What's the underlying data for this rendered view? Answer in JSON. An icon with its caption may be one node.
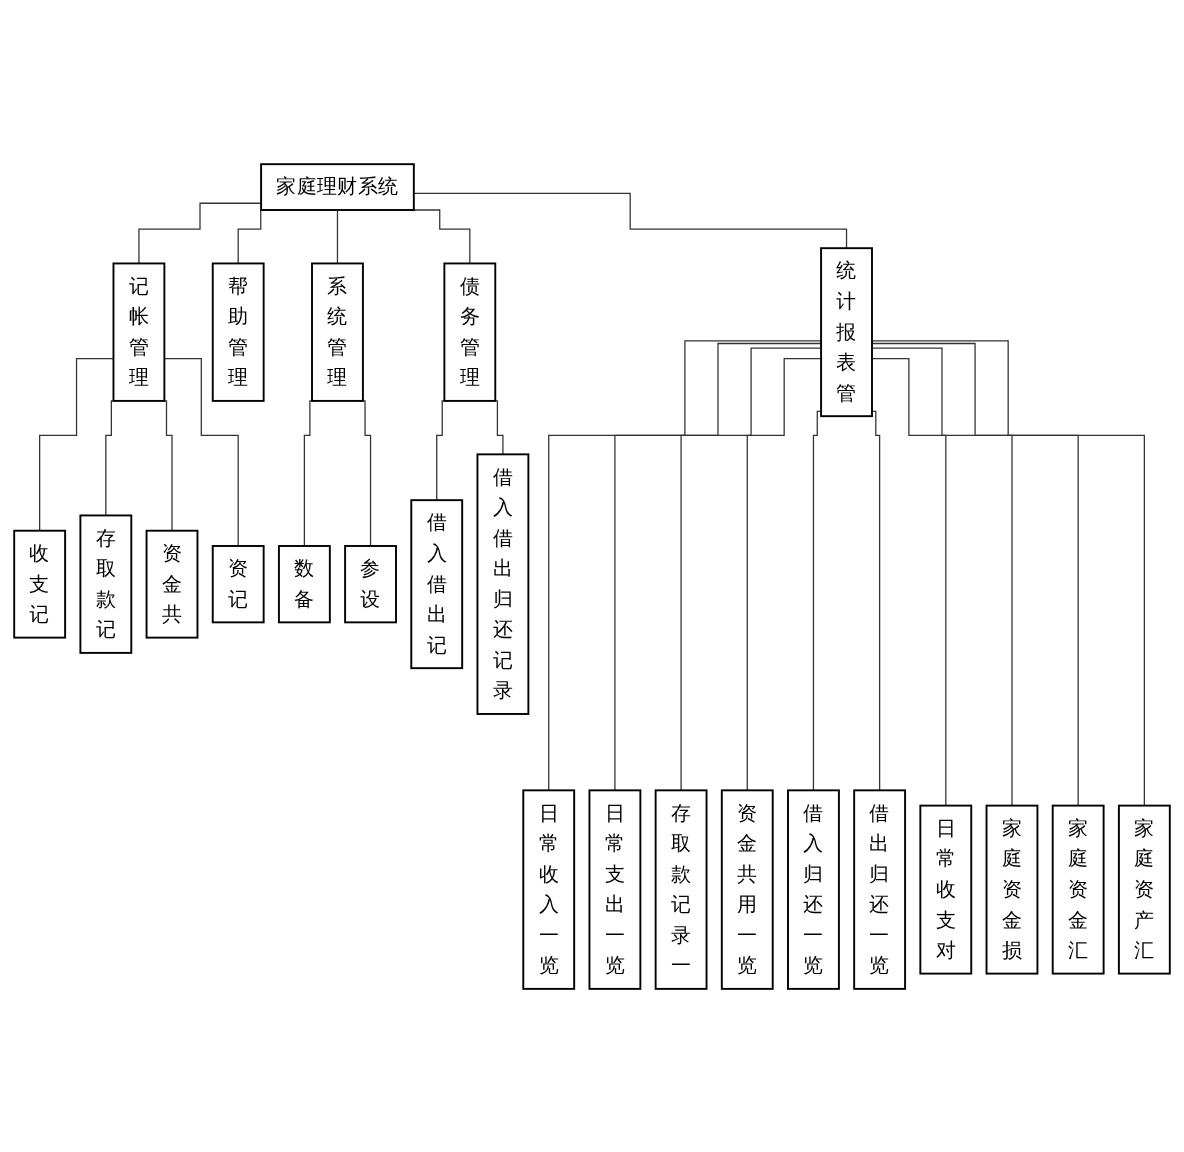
{
  "diagram": {
    "nodes": [
      {
        "text": [
          "家庭理财系统"
        ]
      },
      {
        "text": [
          "记帐管理"
        ]
      },
      {
        "text": [
          "帮助管理"
        ]
      },
      {
        "text": [
          "统计报表管"
        ]
      },
      {
        "text": [
          "系统管理"
        ]
      },
      {
        "text": [
          "债务管理"
        ]
      },
      {
        "text": [
          "收支记"
        ]
      },
      {
        "text": [
          "存取款记"
        ]
      },
      {
        "text": [
          "资金共"
        ]
      },
      {
        "text": [
          "资记"
        ]
      },
      {
        "text": [
          "数备"
        ]
      },
      {
        "text": [
          "参设"
        ]
      },
      {
        "text": [
          "借入借出记"
        ]
      },
      {
        "text": [
          "借入借出归还记录"
        ]
      },
      {
        "text": [
          "日常收入一览"
        ]
      },
      {
        "text": [
          "日常支出一览"
        ]
      },
      {
        "text": [
          "存取款记录一"
        ]
      },
      {
        "text": [
          "资金共用一览"
        ]
      },
      {
        "text": [
          "借入归还一览"
        ]
      },
      {
        "text": [
          "借出归还一览"
        ]
      },
      {
        "text": [
          "日常收支对"
        ]
      },
      {
        "text": [
          "家庭资金损"
        ]
      },
      {
        "text": [
          "家庭资金汇"
        ]
      },
      {
        "text": [
          "家庭资产汇"
        ]
      }
    ],
    "edges": [
      {
        "from": 0,
        "to": 1,
        "arrow": "none"
      },
      {
        "from": 0,
        "to": 2,
        "arrow": "none"
      },
      {
        "from": 0,
        "to": 3,
        "arrow": "none"
      },
      {
        "from": 0,
        "to": 4,
        "arrow": "none"
      },
      {
        "from": 0,
        "to": 5,
        "arrow": "none"
      },
      {
        "from": 1,
        "to": 6,
        "arrow": "none"
      },
      {
        "from": 1,
        "to": 7,
        "arrow": "none"
      },
      {
        "from": 1,
        "to": 8,
        "arrow": "none"
      },
      {
        "from": 1,
        "to": 9,
        "arrow": "none"
      },
      {
        "from": 4,
        "to": 10,
        "arrow": "none"
      },
      {
        "from": 4,
        "to": 11,
        "arrow": "none"
      },
      {
        "from": 5,
        "to": 12,
        "arrow": "none"
      },
      {
        "from": 5,
        "to": 13,
        "arrow": "none"
      },
      {
        "from": 3,
        "to": 14,
        "arrow": "none"
      },
      {
        "from": 3,
        "to": 15,
        "arrow": "none"
      },
      {
        "from": 3,
        "to": 16,
        "arrow": "none"
      },
      {
        "from": 3,
        "to": 17,
        "arrow": "none"
      },
      {
        "from": 3,
        "to": 18,
        "arrow": "none"
      },
      {
        "from": 3,
        "to": 19,
        "arrow": "none"
      },
      {
        "from": 3,
        "to": 20,
        "arrow": "none"
      },
      {
        "from": 3,
        "to": 21,
        "arrow": "none"
      },
      {
        "from": 3,
        "to": 22,
        "arrow": "none"
      },
      {
        "from": 3,
        "to": 23,
        "arrow": "none"
      }
    ]
  }
}
